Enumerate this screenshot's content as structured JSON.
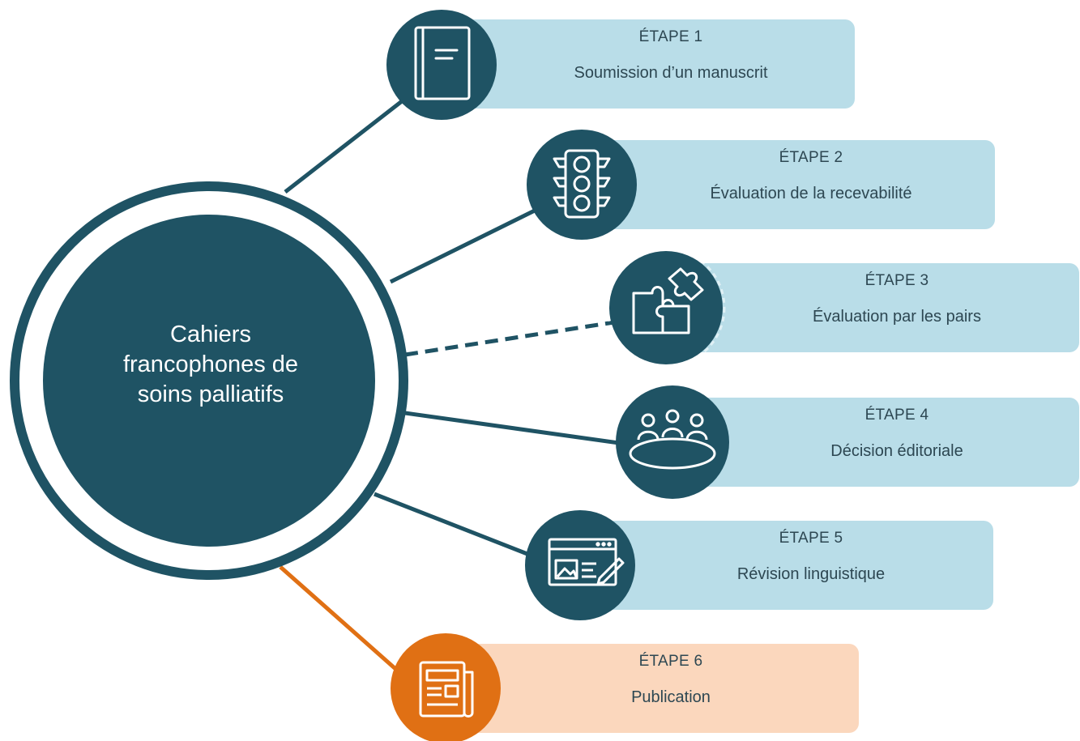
{
  "hub": {
    "title_lines": [
      "Cahiers",
      "francophones de",
      "soins palliatifs"
    ]
  },
  "colors": {
    "teal": "#1f5364",
    "box_blue": "#b9dde8",
    "orange": "#e07014",
    "box_orange": "#fbd7bd",
    "text": "#2d4752"
  },
  "steps": [
    {
      "label": "ÉTAPE 1",
      "title": "Soumission d’un manuscrit",
      "icon": "document-icon",
      "connector": "solid",
      "color": "teal"
    },
    {
      "label": "ÉTAPE 2",
      "title": "Évaluation de la recevabilité",
      "icon": "traffic-light-icon",
      "connector": "solid",
      "color": "teal"
    },
    {
      "label": "ÉTAPE 3",
      "title": "Évaluation par les pairs",
      "icon": "puzzle-icon",
      "connector": "dashed",
      "color": "teal"
    },
    {
      "label": "ÉTAPE 4",
      "title": "Décision éditoriale",
      "icon": "meeting-table-icon",
      "connector": "solid",
      "color": "teal"
    },
    {
      "label": "ÉTAPE 5",
      "title": "Révision linguistique",
      "icon": "web-editor-icon",
      "connector": "solid",
      "color": "teal"
    },
    {
      "label": "ÉTAPE 6",
      "title": "Publication",
      "icon": "newspaper-icon",
      "connector": "solid",
      "color": "orange"
    }
  ]
}
